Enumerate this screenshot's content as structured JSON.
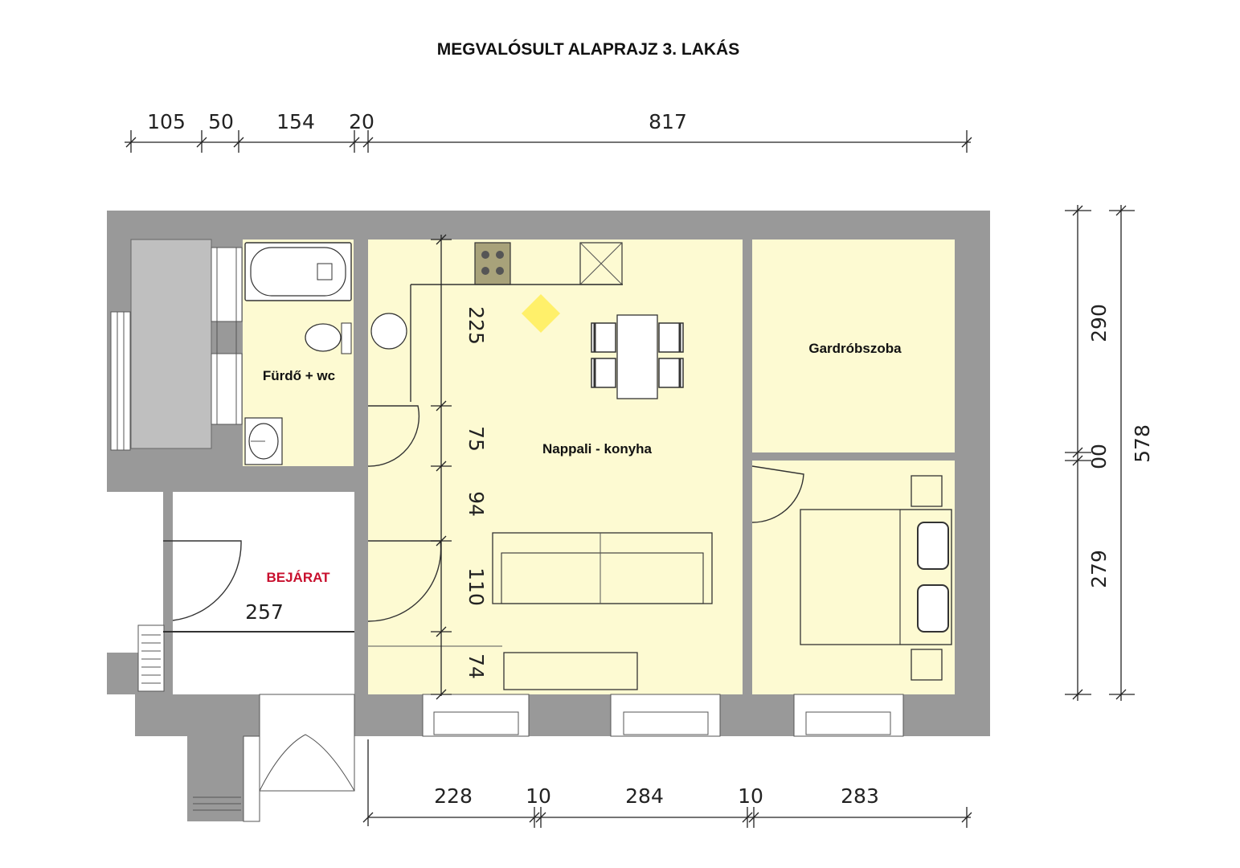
{
  "title": "MEGVALÓSULT ALAPRAJZ 3. LAKÁS",
  "rooms": {
    "bathroom": "Fürdő + wc",
    "living_kitchen": "Nappali - konyha",
    "wardrobe": "Gardróbszoba",
    "entrance": "BEJÁRAT"
  },
  "dimensions": {
    "top": [
      "105",
      "50",
      "154",
      "20",
      "817"
    ],
    "bottom": [
      "228",
      "10",
      "284",
      "10",
      "283"
    ],
    "right_inner": [
      "290",
      "00",
      "279"
    ],
    "right_outer": "578",
    "interior_vertical": [
      "225",
      "75",
      "94",
      "110",
      "74"
    ],
    "entrance_width": "257"
  },
  "colors": {
    "wall": "#999999",
    "floor_yellow": "#fdfad2",
    "entrance_label": "#c8102e"
  }
}
